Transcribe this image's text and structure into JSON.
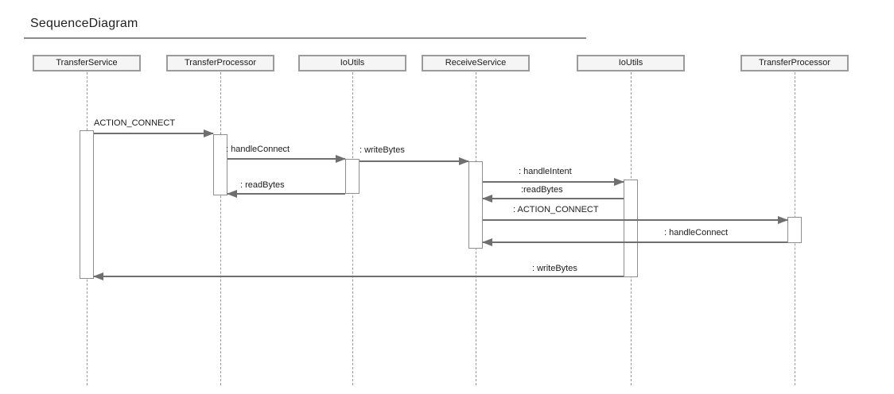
{
  "title": "SequenceDiagram",
  "diagram_type": "uml-sequence",
  "participants": [
    {
      "name": "TransferService"
    },
    {
      "name": "TransferProcessor"
    },
    {
      "name": "IoUtils"
    },
    {
      "name": "ReceiveService"
    },
    {
      "name": "IoUtils"
    },
    {
      "name": "TransferProcessor"
    }
  ],
  "messages": [
    {
      "label": "ACTION_CONNECT",
      "from": "TransferService",
      "to": "TransferProcessor",
      "direction": "right"
    },
    {
      "label": ": handleConnect",
      "from": "TransferProcessor",
      "to": "IoUtils",
      "direction": "right"
    },
    {
      "label": ": writeBytes",
      "from": "IoUtils",
      "to": "ReceiveService",
      "direction": "right"
    },
    {
      "label": ": readBytes",
      "from": "IoUtils",
      "to": "TransferProcessor",
      "direction": "left"
    },
    {
      "label": ": handleIntent",
      "from": "ReceiveService",
      "to": "IoUtils",
      "direction": "right"
    },
    {
      "label": ":readBytes",
      "from": "IoUtils",
      "to": "ReceiveService",
      "direction": "left"
    },
    {
      "label": ": ACTION_CONNECT",
      "from": "ReceiveService",
      "to": "TransferProcessor",
      "direction": "right"
    },
    {
      "label": ": handleConnect",
      "from": "TransferProcessor",
      "to": "ReceiveService",
      "direction": "left"
    },
    {
      "label": ": writeBytes",
      "from": "IoUtils",
      "to": "TransferService",
      "direction": "left"
    }
  ],
  "colors": {
    "message_line": "#6f6f6f",
    "participant_border": "#9b9b9b",
    "participant_fill": "#f5f5f5",
    "lifeline": "#9a9a9a",
    "text": "#1a1a1a",
    "title_rule": "#8c8c8c"
  }
}
